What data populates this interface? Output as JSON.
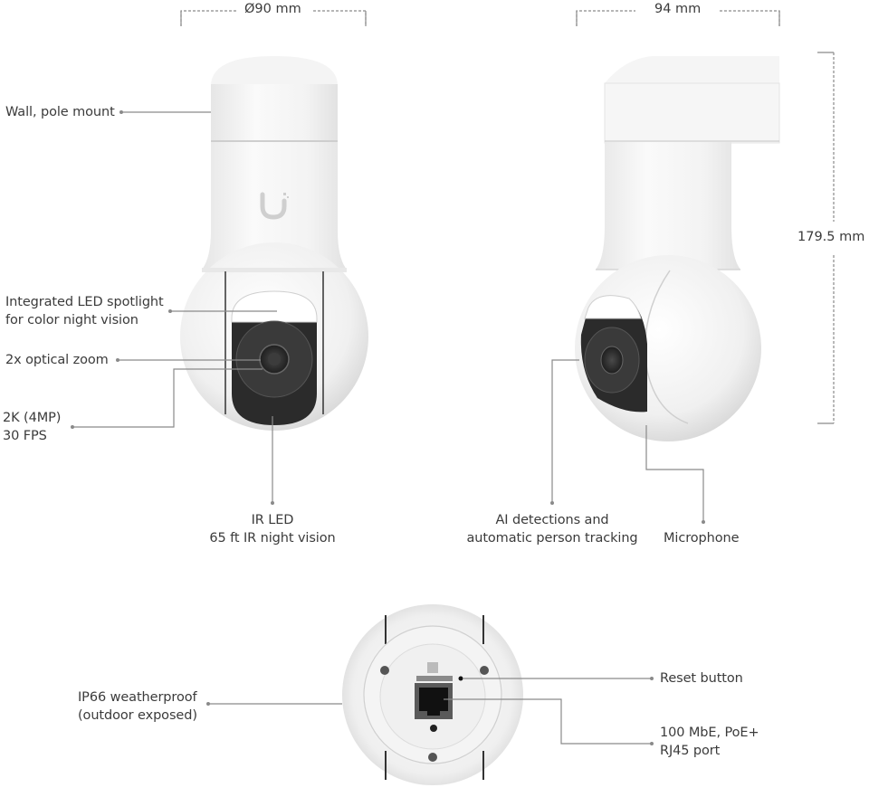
{
  "dimensions": {
    "front_width": "Ø90 mm",
    "side_width": "94 mm",
    "height": "179.5 mm"
  },
  "callouts": {
    "wall_pole_mount": "Wall, pole mount",
    "led_spotlight_line1": "Integrated LED spotlight",
    "led_spotlight_line2": "for color night vision",
    "optical_zoom": "2x optical zoom",
    "resolution_line1": "2K (4MP)",
    "resolution_line2": "30 FPS",
    "ir_led_line1": "IR LED",
    "ir_led_line2": "65 ft IR night vision",
    "ai_line1": "AI detections and",
    "ai_line2": "automatic person tracking",
    "microphone": "Microphone",
    "weatherproof_line1": "IP66 weatherproof",
    "weatherproof_line2": "(outdoor exposed)",
    "reset_button": "Reset button",
    "rj45_line1": "100 MbE, PoE+",
    "rj45_line2": "RJ45 port"
  },
  "views": {
    "front": "front-view",
    "side": "side-view",
    "bottom": "bottom-view"
  },
  "colors": {
    "line": "#8a8a8a",
    "text": "#3b3b3b",
    "body": "#f2f2f2",
    "lens": "#2a2a2a"
  }
}
